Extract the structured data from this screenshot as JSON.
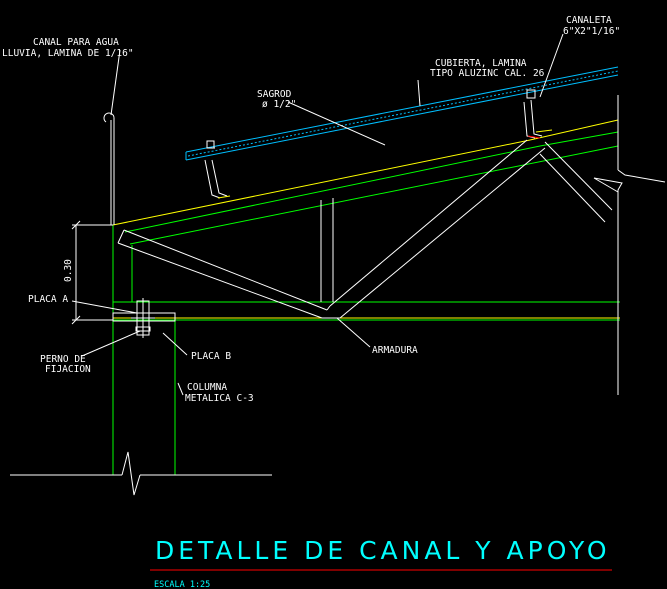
{
  "colors": {
    "background": "#000000",
    "structure": "#00ff00",
    "truss_top": "#ffff00",
    "roof_sheet": "#00bfff",
    "labels": "#ffffff",
    "title": "#00ffff",
    "accent": "#ff0000",
    "detail": "#ffff66"
  },
  "labels": {
    "canal_line1": "CANAL PARA AGUA",
    "canal_line2": "LLUVIA, LAMINA DE 1/16\"",
    "canaleta_line1": "CANALETA",
    "canaleta_line2": "6\"X2\"1/16\"",
    "cubierta_line1": "CUBIERTA, LAMINA",
    "cubierta_line2": "TIPO ALUZINC CAL. 26",
    "sagrod_line1": "SAGROD",
    "sagrod_line2": "ø 1/2\"",
    "dimension": "0.30",
    "placa_a": "PLACA A",
    "perno_line1": "PERNO DE",
    "perno_line2": "FIJACION",
    "placa_b": "PLACA B",
    "armadura": "ARMADURA",
    "columna_line1": "COLUMNA",
    "columna_line2": "METALICA C-3"
  },
  "title": {
    "main": "DETALLE DE CANAL Y APOYO",
    "scale": "ESCALA 1:25"
  }
}
